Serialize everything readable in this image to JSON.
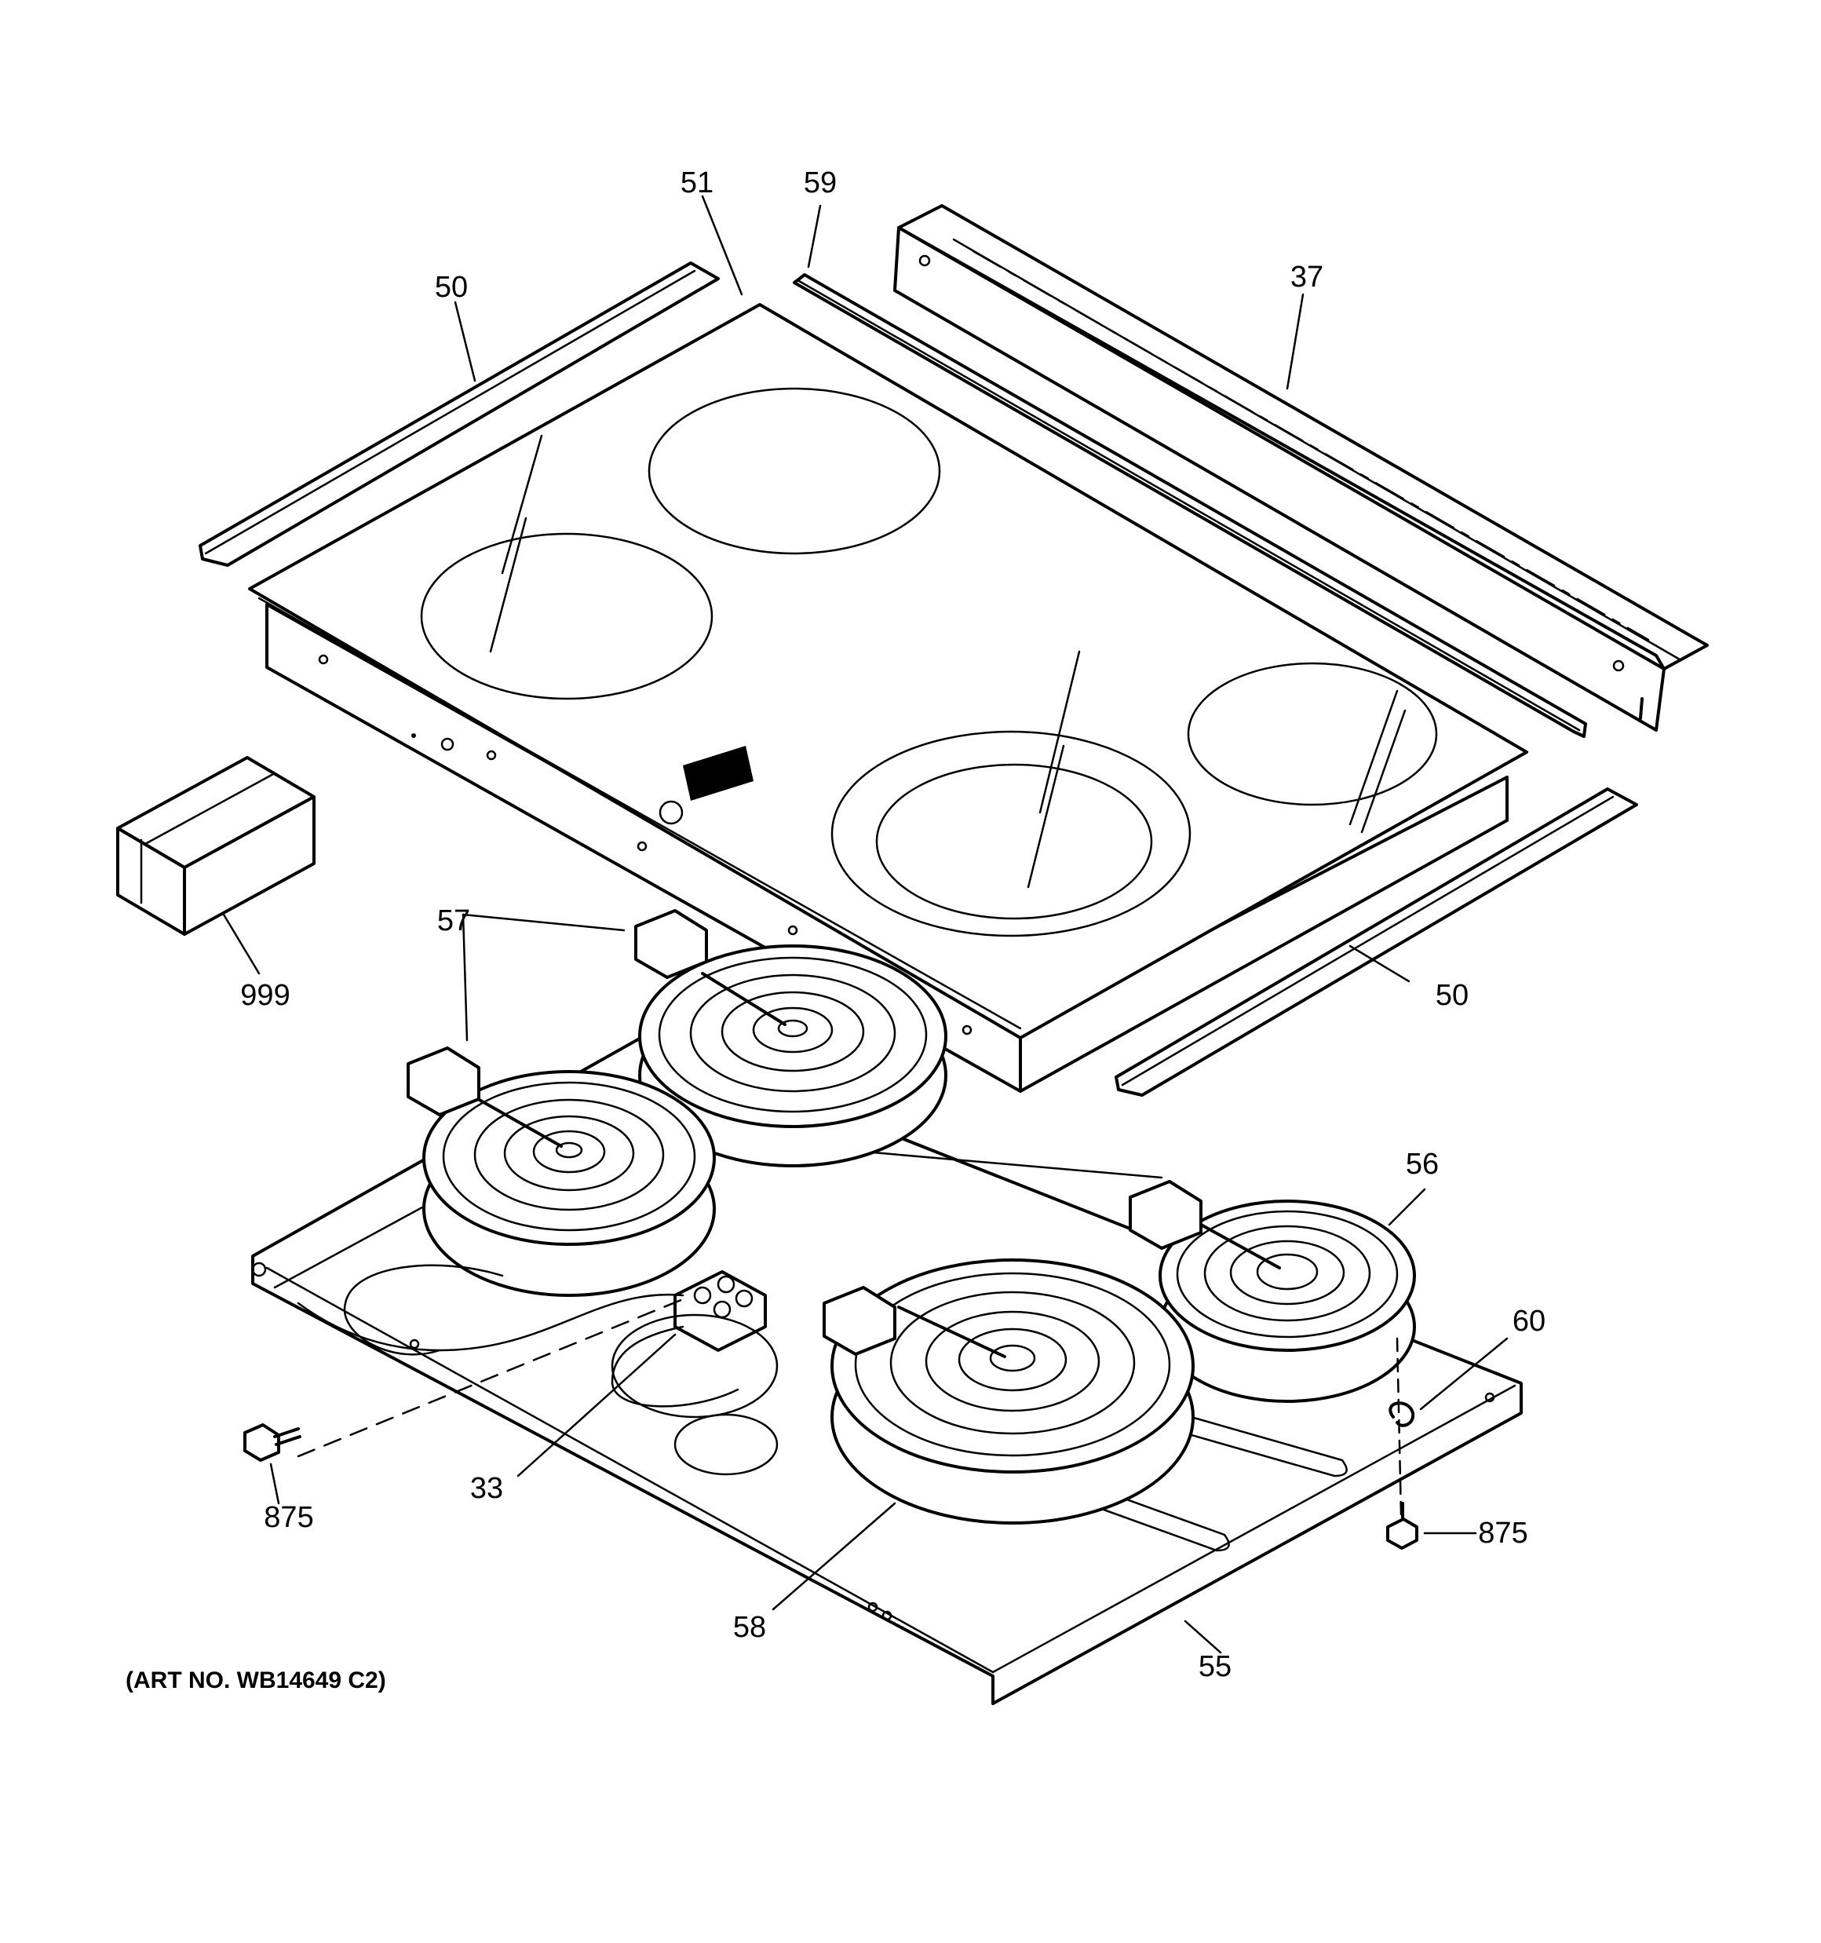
{
  "callouts": {
    "c51": "51",
    "c59": "59",
    "c37": "37",
    "c50_top": "50",
    "c999": "999",
    "c57": "57",
    "c50_right": "50",
    "c56": "56",
    "c60": "60",
    "c875_left": "875",
    "c875_right": "875",
    "c33": "33",
    "c58": "58",
    "c55": "55"
  },
  "art_number": "(ART NO. WB14649 C2)"
}
